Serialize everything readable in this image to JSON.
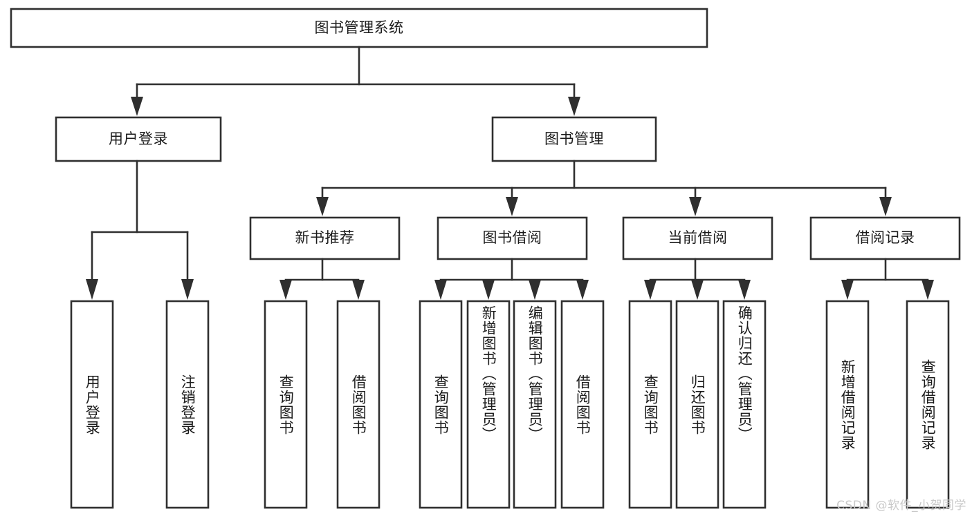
{
  "diagram": {
    "title": "图书管理系统",
    "watermark": "CSDN @软件_小贺同学",
    "colors": {
      "stroke": "#2f2f2f",
      "box_fill": "#ffffff",
      "text": "#1b1b1b",
      "watermark": "#c9c9c9",
      "background": "#ffffff"
    },
    "root": {
      "label": "图书管理系统"
    },
    "level2": [
      {
        "label": "用户登录"
      },
      {
        "label": "图书管理"
      }
    ],
    "level3": [
      {
        "label": "新书推荐"
      },
      {
        "label": "图书借阅"
      },
      {
        "label": "当前借阅"
      },
      {
        "label": "借阅记录"
      }
    ],
    "leaves": {
      "user_login": [
        {
          "label": "用户登录"
        },
        {
          "label": "注销登录"
        }
      ],
      "new_book": [
        {
          "label": "查询图书"
        },
        {
          "label": "借阅图书"
        }
      ],
      "book_borrow": [
        {
          "label": "查询图书"
        },
        {
          "label": "新增图书（管理员）"
        },
        {
          "label": "编辑图书（管理员）"
        },
        {
          "label": "借阅图书"
        }
      ],
      "current_borrow": [
        {
          "label": "查询图书"
        },
        {
          "label": "归还图书"
        },
        {
          "label": "确认归还（管理员）"
        }
      ],
      "borrow_record": [
        {
          "label": "新增借阅记录"
        },
        {
          "label": "查询借阅记录"
        }
      ]
    }
  }
}
